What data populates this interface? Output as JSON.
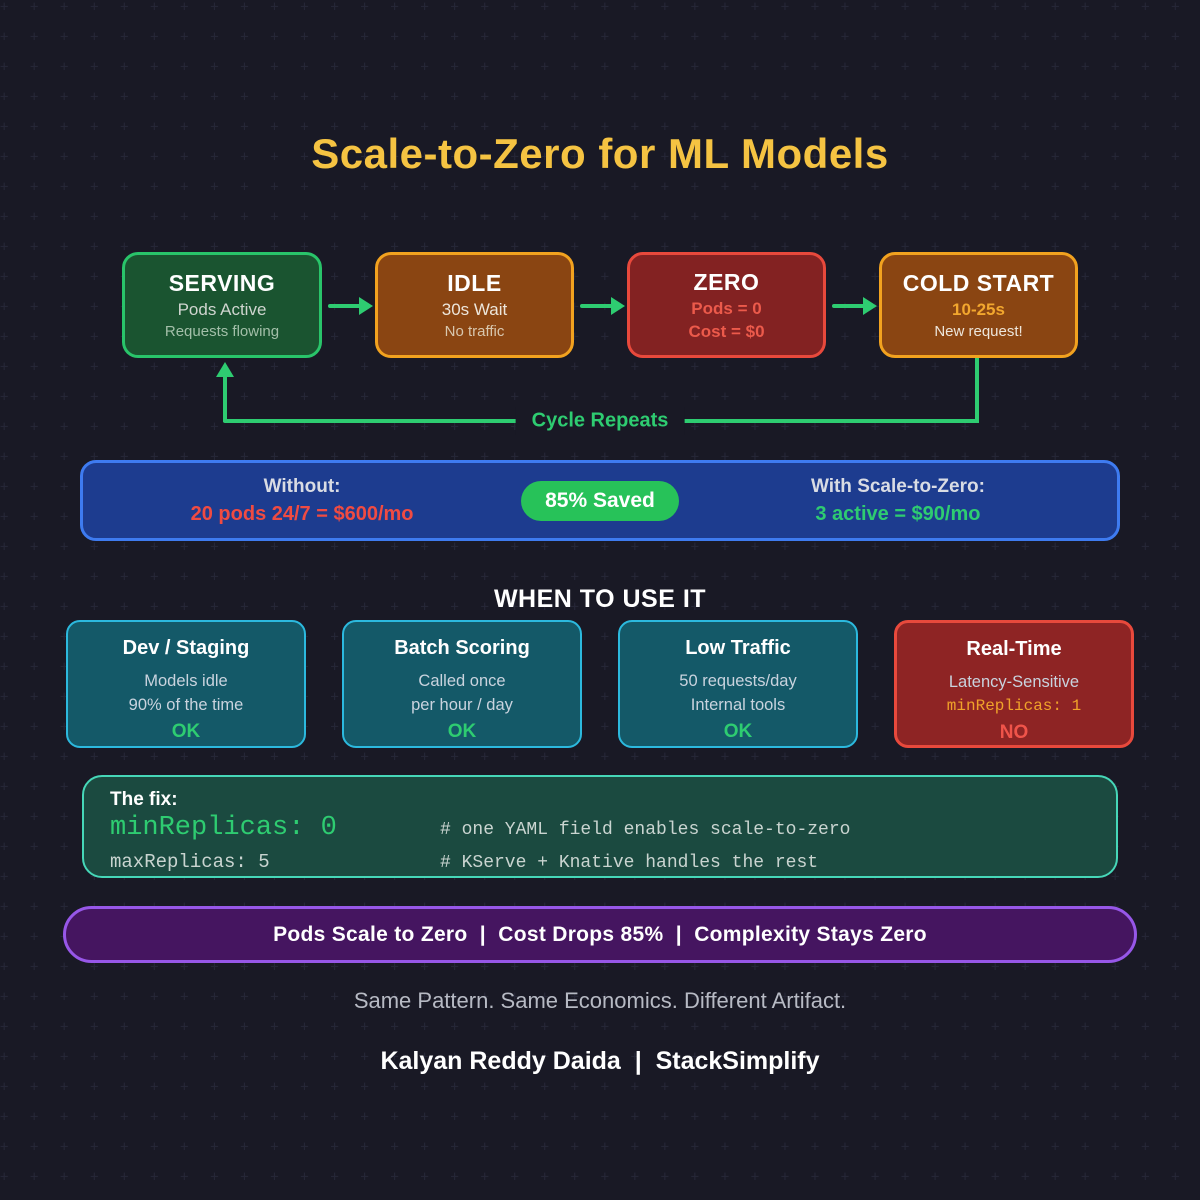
{
  "title": "Scale-to-Zero for ML Models",
  "flow": {
    "boxes": [
      {
        "title": "SERVING",
        "line1": "Pods Active",
        "line2": "Requests flowing"
      },
      {
        "title": "IDLE",
        "line1": "30s Wait",
        "line2": "No traffic"
      },
      {
        "title": "ZERO",
        "line1": "Pods = 0",
        "line2": "Cost = $0"
      },
      {
        "title": "COLD START",
        "line1": "10-25s",
        "line2": "New request!"
      }
    ],
    "cycle_label": "Cycle Repeats"
  },
  "cost_bar": {
    "without_label": "Without:",
    "without_value": "20 pods 24/7 = $600/mo",
    "saved_badge": "85% Saved",
    "with_label": "With Scale-to-Zero:",
    "with_value": "3 active = $90/mo"
  },
  "when_to_use": {
    "heading": "WHEN TO USE IT",
    "cards": [
      {
        "title": "Dev / Staging",
        "line1": "Models idle",
        "line2": "90% of the time",
        "verdict": "OK"
      },
      {
        "title": "Batch Scoring",
        "line1": "Called once",
        "line2": "per hour / day",
        "verdict": "OK"
      },
      {
        "title": "Low Traffic",
        "line1": "50 requests/day",
        "line2": "Internal tools",
        "verdict": "OK"
      },
      {
        "title": "Real-Time",
        "line1": "Latency-Sensitive",
        "line2": "minReplicas: 1",
        "verdict": "NO"
      }
    ]
  },
  "fix": {
    "label": "The fix:",
    "code1": "minReplicas: 0",
    "comment1": "# one YAML field enables scale-to-zero",
    "code2": "maxReplicas: 5",
    "comment2": "# KServe + Knative handles the rest"
  },
  "banner": {
    "text": "Pods Scale to Zero  |  Cost Drops 85%  |  Complexity Stays Zero"
  },
  "footer": {
    "tagline": "Same Pattern. Same Economics. Different Artifact.",
    "author": "Kalyan Reddy Daida  |  StackSimplify"
  },
  "colors": {
    "background": "#191925",
    "title_yellow": "#F5C342",
    "green_accent": "#2ECC71",
    "orange_accent": "#F2A72E",
    "red_accent": "#EC5A4B",
    "green_box_fill": "#1A5430",
    "brown_box_fill": "#8A4512",
    "red_box_fill": "#832222",
    "blue_bar_fill": "#1D3C8F",
    "blue_bar_border": "#3E7BF0",
    "saved_pill_green": "#27C259",
    "teal_card_fill": "#145968",
    "teal_card_border": "#2CB9DE",
    "red_card_fill": "#8E2424",
    "red_card_border": "#E8493C",
    "fix_fill": "#1B4A40",
    "fix_border": "#46D7B8",
    "purple_fill": "#451560",
    "purple_border": "#9757E8"
  }
}
